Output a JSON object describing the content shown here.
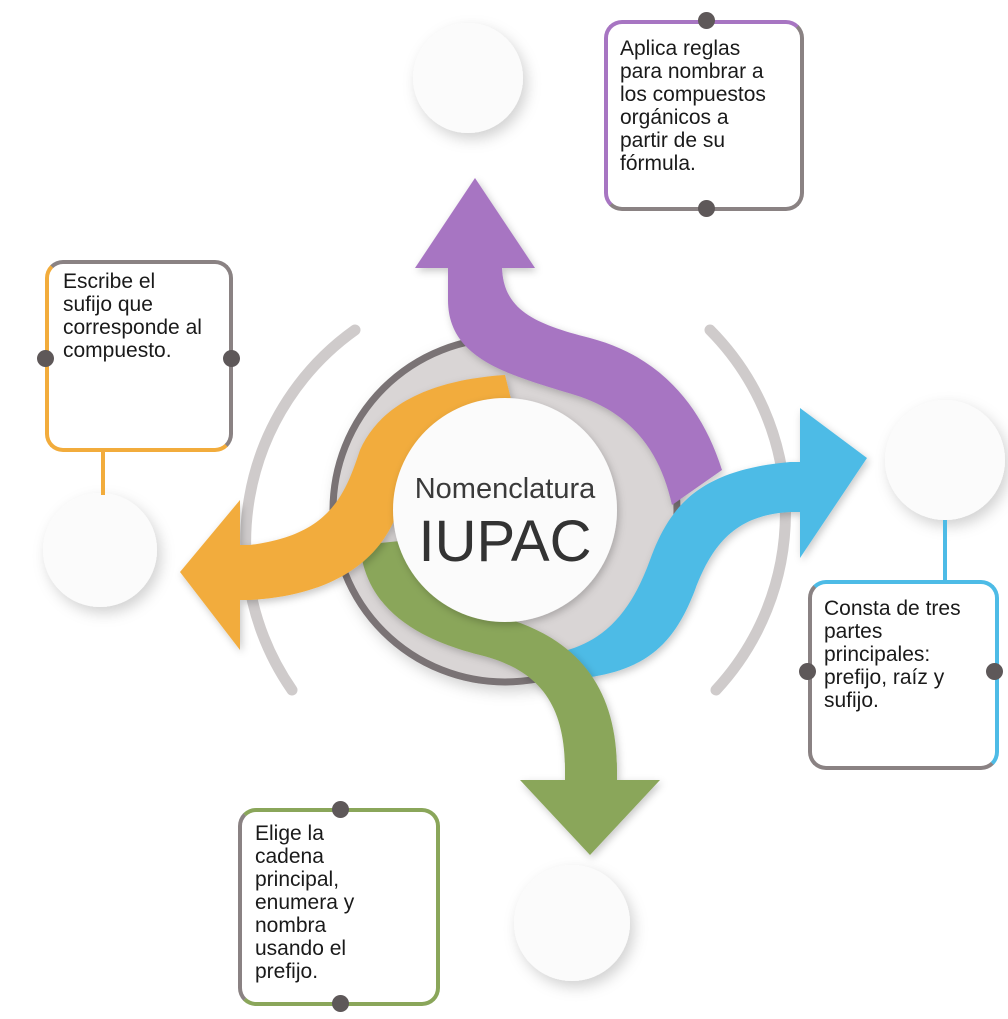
{
  "center": {
    "title": "Nomenclatura",
    "subtitle": "IUPAC"
  },
  "boxes": {
    "top": {
      "color": "#a775c2",
      "lines": [
        "Aplica reglas",
        "para nombrar a",
        "los compuestos",
        "orgánicos a",
        "partir de su",
        "fórmula."
      ]
    },
    "left": {
      "color": "#f2ac3c",
      "lines": [
        "Escribe el",
        "sufijo que",
        "corresponde al",
        "compuesto."
      ]
    },
    "right": {
      "color": "#4dbbe6",
      "lines": [
        "Consta de tres",
        "partes",
        "principales:",
        "prefijo, raíz y",
        "sufijo."
      ]
    },
    "bottom": {
      "color": "#8aa65a",
      "lines": [
        "Elige la",
        "cadena",
        "principal,",
        "enumera y",
        "nombra",
        "usando el",
        "prefijo."
      ]
    }
  },
  "colors": {
    "purple": "#a775c2",
    "orange": "#f2ac3c",
    "blue": "#4dbbe6",
    "green": "#8aa65a",
    "frame_gray": "#8a8283",
    "dot_gray": "#5e5859"
  }
}
